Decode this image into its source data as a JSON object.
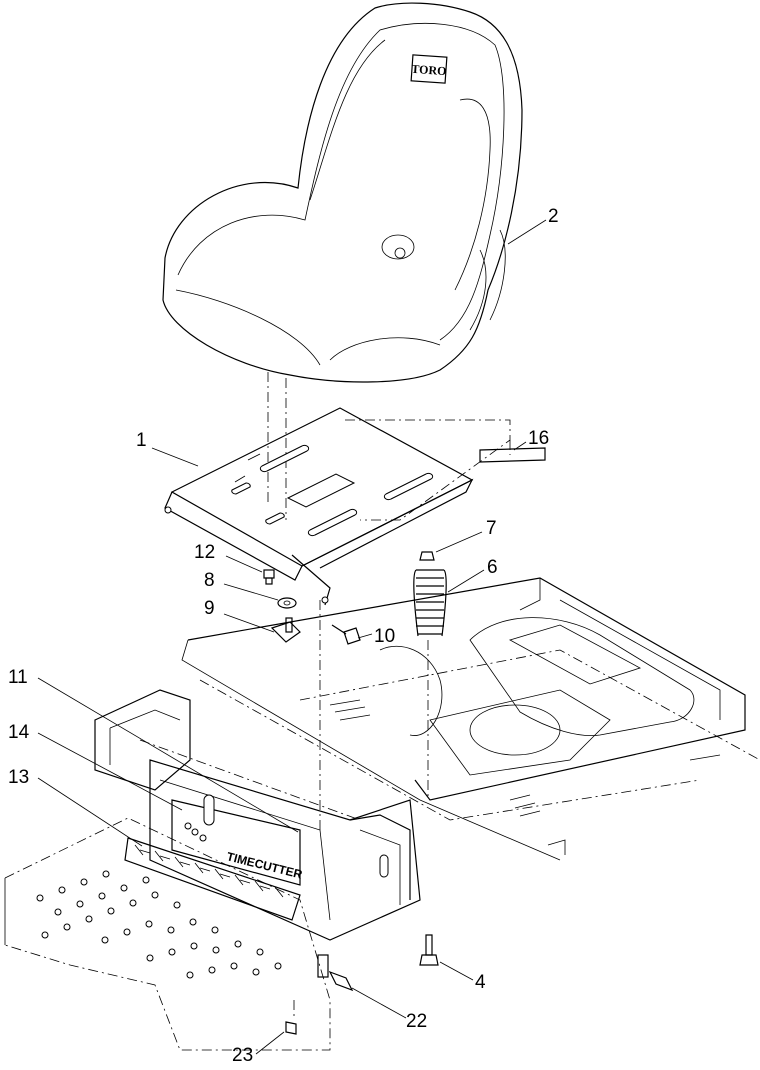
{
  "diagram": {
    "seat_brand": "TORO",
    "panel_brand": "TIMECUTTER",
    "callouts": [
      {
        "id": "c1",
        "label": "1"
      },
      {
        "id": "c2",
        "label": "2"
      },
      {
        "id": "c4",
        "label": "4"
      },
      {
        "id": "c6",
        "label": "6"
      },
      {
        "id": "c7",
        "label": "7"
      },
      {
        "id": "c8",
        "label": "8"
      },
      {
        "id": "c9",
        "label": "9"
      },
      {
        "id": "c10",
        "label": "10"
      },
      {
        "id": "c11",
        "label": "11"
      },
      {
        "id": "c12",
        "label": "12"
      },
      {
        "id": "c13",
        "label": "13"
      },
      {
        "id": "c14",
        "label": "14"
      },
      {
        "id": "c16",
        "label": "16"
      },
      {
        "id": "c22",
        "label": "22"
      },
      {
        "id": "c23",
        "label": "23"
      }
    ]
  }
}
